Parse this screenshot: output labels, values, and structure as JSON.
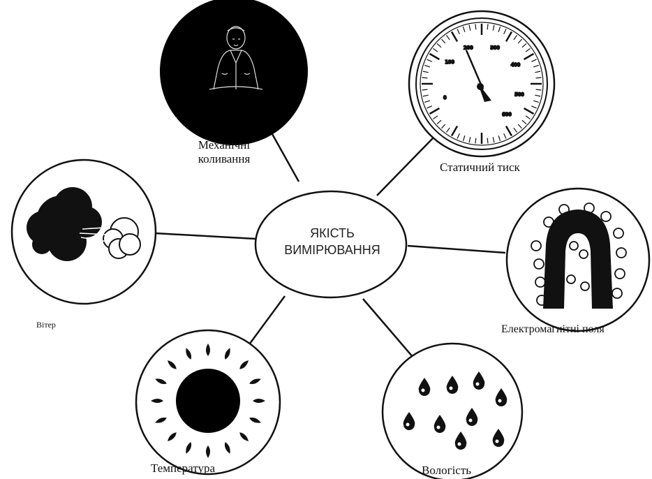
{
  "center": {
    "line1": "ЯКІСТЬ",
    "line2": "ВИМІРЮВАННЯ"
  },
  "nodes": {
    "vibration": {
      "line1": "Механічні",
      "line2": "коливання",
      "icon": "person-icon"
    },
    "pressure": {
      "label": "Статичний тиск",
      "icon": "pressure-gauge-icon"
    },
    "wind": {
      "label": "Вітер",
      "icon": "wind-cloud-icon"
    },
    "em_field": {
      "label": "Електромагнітні поля",
      "icon": "horseshoe-magnet-icon"
    },
    "temperature": {
      "label": "Температура",
      "icon": "sun-icon"
    },
    "humidity": {
      "label": "Вологість",
      "icon": "water-drops-icon"
    }
  },
  "gauge": {
    "tick_labels": [
      "0",
      "100",
      "200",
      "300",
      "400",
      "500",
      "600"
    ]
  }
}
